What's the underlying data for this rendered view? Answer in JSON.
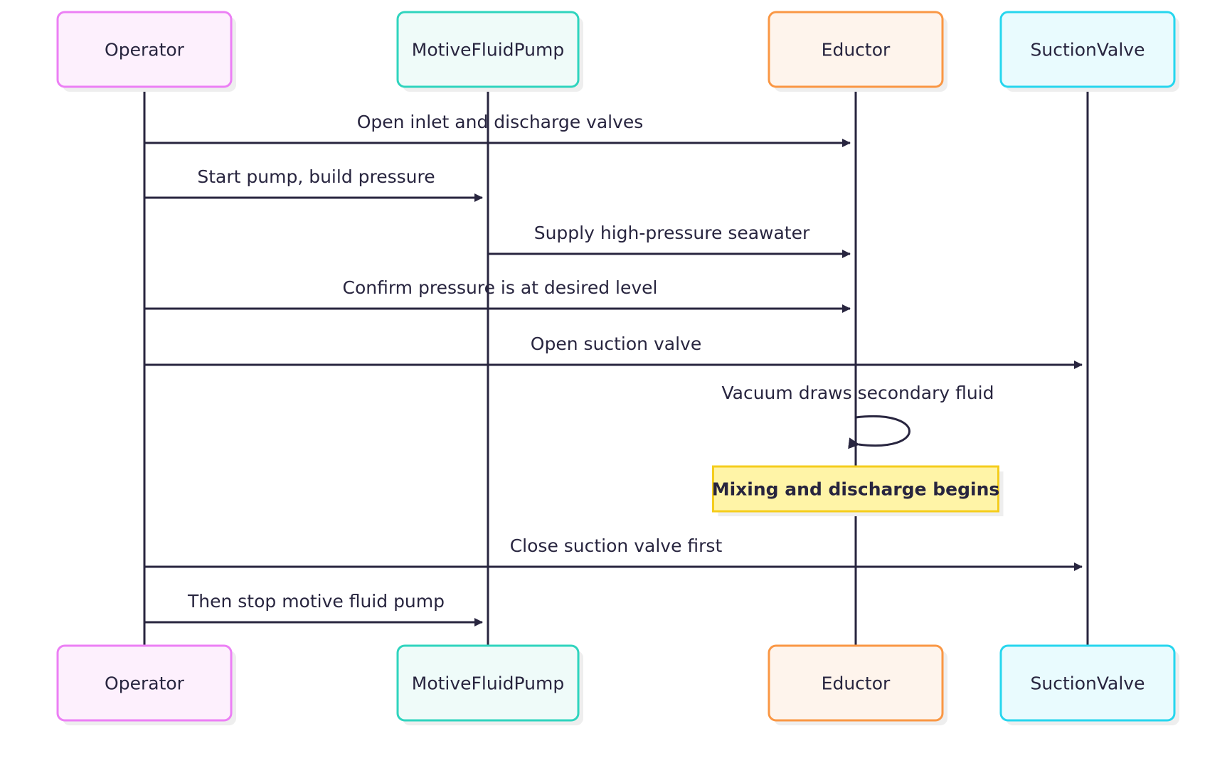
{
  "diagram": {
    "type": "sequence",
    "actors": [
      {
        "id": "Operator",
        "label": "Operator",
        "border": "#ec7ff5",
        "fill": "#fdf0fd"
      },
      {
        "id": "MotiveFluidPump",
        "label": "MotiveFluidPump",
        "border": "#2fd4be",
        "fill": "#effbf9"
      },
      {
        "id": "Eductor",
        "label": "Eductor",
        "border": "#fa9744",
        "fill": "#fef4ec"
      },
      {
        "id": "SuctionValve",
        "label": "SuctionValve",
        "border": "#26d6ee",
        "fill": "#e9fbfe"
      }
    ],
    "steps": [
      {
        "kind": "message",
        "from": "Operator",
        "to": "Eductor",
        "label": "Open inlet and discharge valves"
      },
      {
        "kind": "message",
        "from": "Operator",
        "to": "MotiveFluidPump",
        "label": "Start pump, build pressure"
      },
      {
        "kind": "message",
        "from": "MotiveFluidPump",
        "to": "Eductor",
        "label": "Supply high-pressure seawater"
      },
      {
        "kind": "message",
        "from": "Operator",
        "to": "Eductor",
        "label": "Confirm pressure is at desired level"
      },
      {
        "kind": "message",
        "from": "Operator",
        "to": "SuctionValve",
        "label": "Open suction valve"
      },
      {
        "kind": "self",
        "from": "Eductor",
        "to": "Eductor",
        "label": "Vacuum draws secondary fluid"
      },
      {
        "kind": "note",
        "over": "Eductor",
        "label": "Mixing and discharge begins",
        "border": "#f5cd1d",
        "fill": "#fff4a7"
      },
      {
        "kind": "message",
        "from": "Operator",
        "to": "SuctionValve",
        "label": "Close suction valve first"
      },
      {
        "kind": "message",
        "from": "Operator",
        "to": "MotiveFluidPump",
        "label": "Then stop motive fluid pump"
      }
    ],
    "line_color": "#28253f"
  }
}
